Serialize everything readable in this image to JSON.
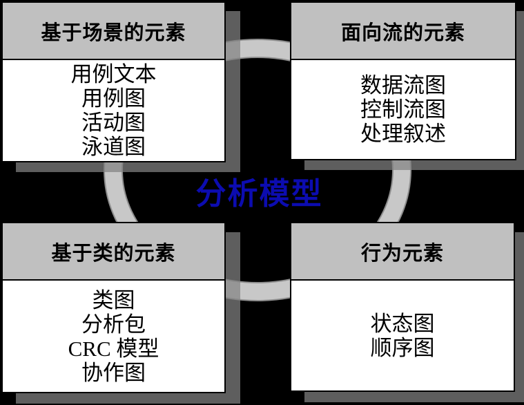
{
  "diagram": {
    "center_title": "分析模型",
    "boxes": [
      {
        "header": "基于场景的元素",
        "items": [
          "用例文本",
          "用例图",
          "活动图",
          "泳道图"
        ]
      },
      {
        "header": "面向流的元素",
        "items": [
          "数据流图",
          "控制流图",
          "处理叙述"
        ]
      },
      {
        "header": "基于类的元素",
        "items": [
          "类图",
          "分析包",
          "CRC 模型",
          "协作图"
        ]
      },
      {
        "header": "行为元素",
        "items": [
          "状态图",
          "顺序图"
        ]
      }
    ]
  },
  "colors": {
    "background": "#000000",
    "panel_header": "#C0C0C0",
    "panel_body": "#FFFFFF",
    "panel_border": "#000000",
    "ring": "#C8C8C8",
    "ring_edge": "#8E8E8E",
    "shadow": "#5B5B5B",
    "title_text": "#0C0CB0",
    "body_text": "#000000"
  }
}
